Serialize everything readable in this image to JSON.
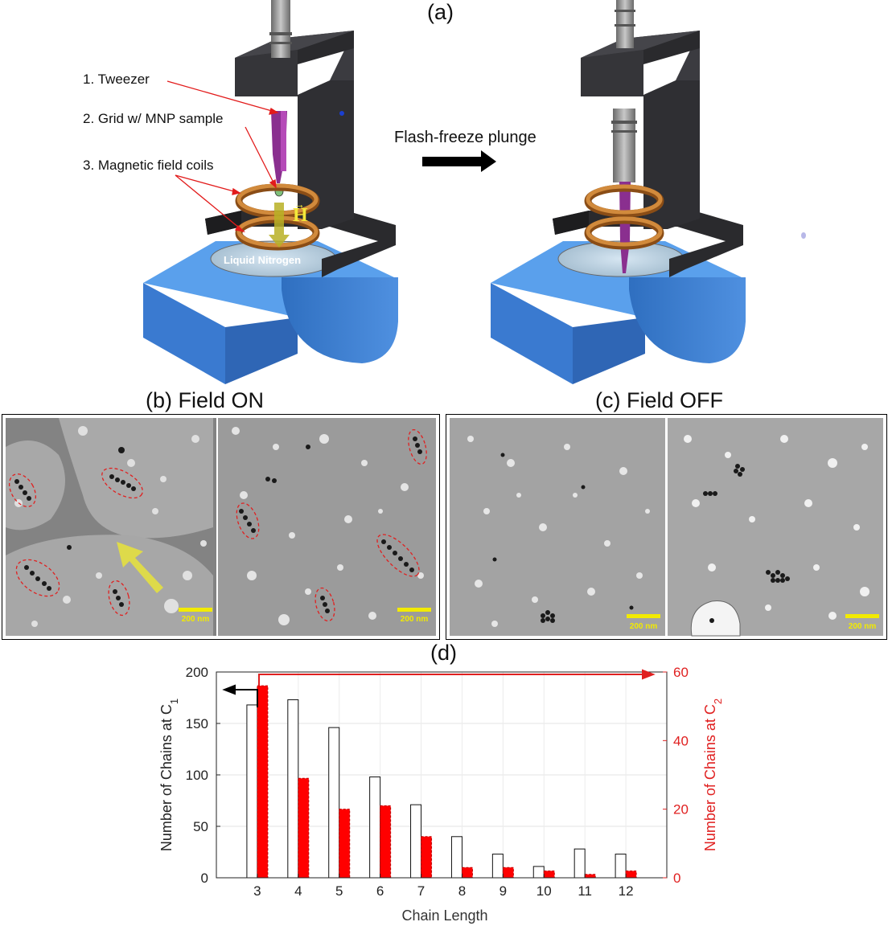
{
  "panels": {
    "a": "(a)",
    "b": "(b) Field ON",
    "c": "(c) Field OFF",
    "d": "(d)"
  },
  "apparatus": {
    "labels": [
      "1. Tweezer",
      "2. Grid w/ MNP sample",
      "3. Magnetic field coils"
    ],
    "field_symbol": "H",
    "liquid": "Liquid Nitrogen",
    "arrow_label": "Flash-freeze plunge"
  },
  "micrographs": {
    "scale_bar": "200 nm"
  },
  "colors": {
    "housing": "#2a2a2d",
    "dewar": "#3a7fd0",
    "coil": "#c07a2e",
    "tweezer": "#8a2f8f",
    "highlight": "#e8e33a",
    "ellipse": "#e02020",
    "series2": "#ff0000"
  },
  "chart_data": {
    "type": "bar",
    "categories": [
      "3",
      "4",
      "5",
      "6",
      "7",
      "8",
      "9",
      "10",
      "11",
      "12"
    ],
    "series": [
      {
        "name": "",
        "axis": "left",
        "values": [
          168,
          173,
          146,
          98,
          71,
          40,
          23,
          11,
          28,
          23
        ]
      },
      {
        "name": "",
        "axis": "right",
        "values": [
          56,
          29,
          20,
          21,
          12,
          3,
          3,
          2,
          1,
          2
        ]
      }
    ],
    "xlabel": "Chain Length",
    "ylabel": "Number of Chains at C",
    "ylabel_sub": "1",
    "y2label": "Number of Chains at C",
    "y2label_sub": "2",
    "ylim": [
      0,
      200
    ],
    "y2lim": [
      0,
      60
    ],
    "yticks": [
      "0",
      "50",
      "100",
      "150",
      "200"
    ],
    "y2ticks": [
      "0",
      "20",
      "40",
      "60"
    ],
    "grid": true
  }
}
